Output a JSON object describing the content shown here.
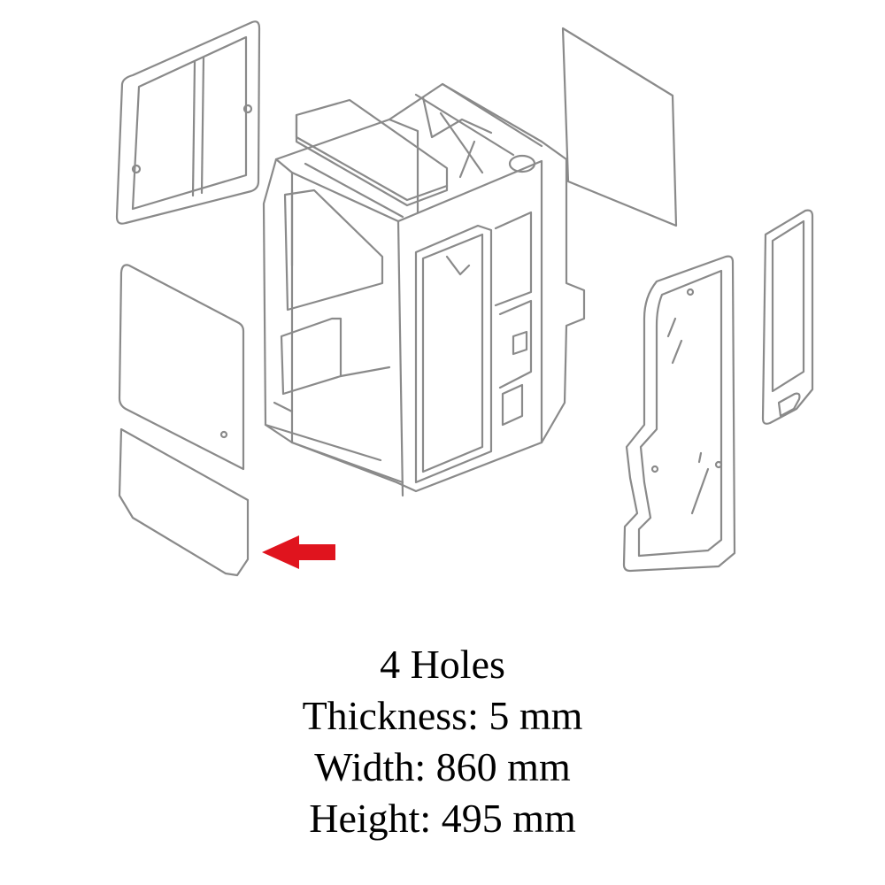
{
  "diagram": {
    "subject": "excavator-cab-exploded-view",
    "highlighted_part": "lower-front-glass",
    "line_color": "#8a8a8a",
    "arrow_color": "#e0141e"
  },
  "specs": {
    "holes": "4 Holes",
    "thickness": "Thickness: 5 mm",
    "width": "Width: 860 mm",
    "height": "Height: 495 mm"
  }
}
